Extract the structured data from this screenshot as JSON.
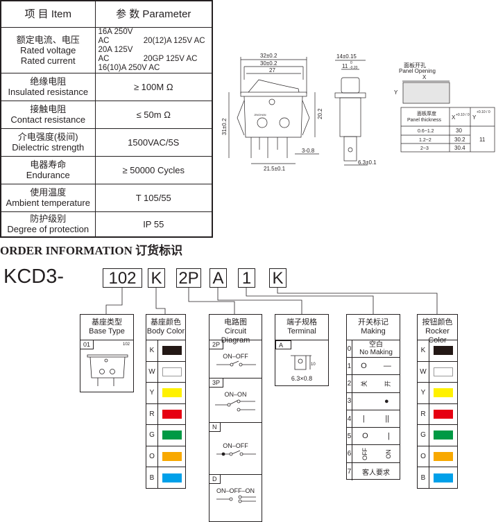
{
  "spec_table": {
    "header": {
      "item": "项 目  Item",
      "param": "参 数  Parameter"
    },
    "rows": [
      {
        "cn": "额定电流、电压",
        "en": "Rated voltage",
        "en2": "Rated current",
        "values": [
          "16A 250V AC",
          "20(12)A 125V AC",
          "20A 125V AC",
          "20GP 125V AC",
          "16(10)A 250V AC"
        ]
      },
      {
        "cn": "绝缘电阻",
        "en": "Insulated resistance",
        "value": "≥ 100M Ω"
      },
      {
        "cn": "接触电阻",
        "en": "Contact resistance",
        "value": "≤ 50m Ω"
      },
      {
        "cn": "介电强度(极间)",
        "en": "Dielectric strength",
        "value": "1500VAC/5S"
      },
      {
        "cn": "电器寿命",
        "en": "Endurance",
        "value": "≥ 50000 Cycles"
      },
      {
        "cn": "使用温度",
        "en": "Ambient temperature",
        "value": "T 105/55"
      },
      {
        "cn": "防护级别",
        "en": "Degree of protection",
        "value": "IP 55"
      }
    ]
  },
  "drawing": {
    "front": {
      "d1": "32±0.2",
      "d2": "30±0.2",
      "d3": "27",
      "height": "20.2",
      "total": "31±0.2",
      "pin": "3-0.8",
      "spacing": "21.5±0.1",
      "logo": "JINGHAN"
    },
    "side": {
      "d1": "14±0.15",
      "d2": "11",
      "tol_top": "0",
      "tol_bot": "-0.20",
      "term": "6.3±0.1"
    },
    "panel": {
      "title_cn": "面板开孔",
      "title_en": "Panel Opening",
      "x": "X",
      "y": "Y",
      "table": {
        "h_cn": "面板厚度",
        "h_en": "Panel thickness",
        "hx": "X",
        "hx_tol": "+0.10 / 0",
        "hy": "Y",
        "hy_tol": "+0.10 / 0",
        "rows": [
          {
            "t": "0.6~1.2",
            "x": "30"
          },
          {
            "t": "1.2~2",
            "x": "30.2"
          },
          {
            "t": "2~3",
            "x": "30.4"
          }
        ],
        "y": "11"
      }
    }
  },
  "order": {
    "title": "ORDER INFORMATION 订货标识",
    "prefix": "KCD3-",
    "codes": [
      "102",
      "K",
      "2P",
      "A",
      "1",
      "K"
    ],
    "base_type": {
      "cn": "基座类型",
      "en": "Base Type",
      "code": "01",
      "model": "102"
    },
    "body_color": {
      "cn": "基座颜色",
      "en": "Body Color",
      "items": [
        {
          "k": "K",
          "color": "#231815"
        },
        {
          "k": "W",
          "color": "#ffffff"
        },
        {
          "k": "Y",
          "color": "#fff100"
        },
        {
          "k": "R",
          "color": "#e60012"
        },
        {
          "k": "G",
          "color": "#009944"
        },
        {
          "k": "O",
          "color": "#f8a800"
        },
        {
          "k": "B",
          "color": "#00a0e9"
        }
      ]
    },
    "circuit": {
      "cn": "电路图",
      "en": "Circuit Diagram",
      "items": [
        {
          "k": "2P",
          "label": "ON–OFF"
        },
        {
          "k": "3P",
          "label": "ON–ON"
        },
        {
          "k": "N",
          "label": "ON–OFF"
        },
        {
          "k": "D",
          "label": "ON–OFF–ON"
        }
      ]
    },
    "terminal": {
      "cn": "端子规格",
      "en": "Terminal",
      "code": "A",
      "size": "6.3×0.8",
      "len": "10"
    },
    "making": {
      "cn": "开关标记",
      "en": "Making",
      "items": [
        {
          "k": "0",
          "a": "空白",
          "b": "No Making"
        },
        {
          "k": "1",
          "a": "O",
          "b": "—"
        },
        {
          "k": "2",
          "a": "关",
          "b": "开"
        },
        {
          "k": "3",
          "a": "",
          "b": "●"
        },
        {
          "k": "4",
          "a": "|",
          "b": "||"
        },
        {
          "k": "5",
          "a": "O",
          "b": "|"
        },
        {
          "k": "6",
          "a": "OFF",
          "b": "ON"
        },
        {
          "k": "7",
          "a": "客人要求",
          "b": ""
        }
      ]
    },
    "rocker_color": {
      "cn": "按钮颜色",
      "en": "Rocker Color",
      "items": [
        {
          "k": "K",
          "color": "#231815"
        },
        {
          "k": "W",
          "color": "#ffffff"
        },
        {
          "k": "Y",
          "color": "#fff100"
        },
        {
          "k": "R",
          "color": "#e60012"
        },
        {
          "k": "G",
          "color": "#009944"
        },
        {
          "k": "O",
          "color": "#f8a800"
        },
        {
          "k": "B",
          "color": "#00a0e9"
        }
      ]
    }
  }
}
